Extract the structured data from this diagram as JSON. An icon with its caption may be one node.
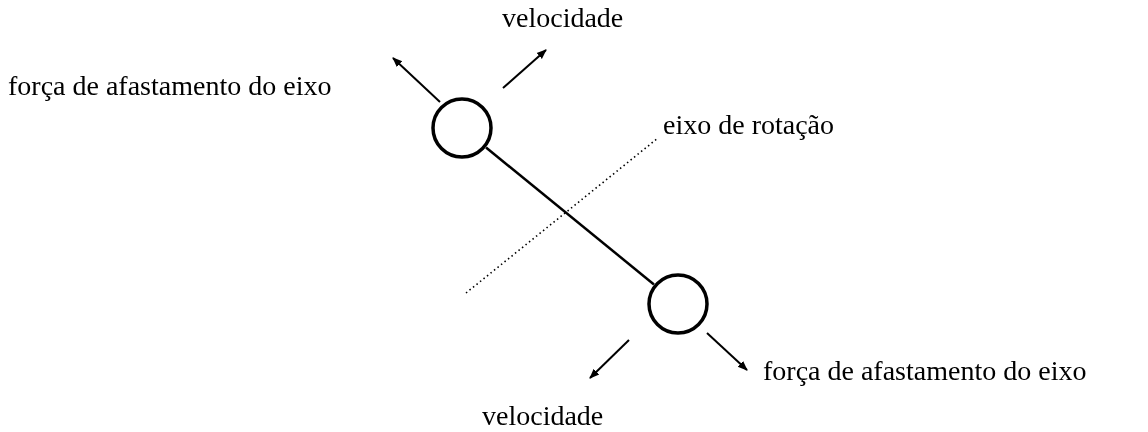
{
  "diagram": {
    "nodes": [
      {
        "text": [],
        "shape": "circle"
      },
      {
        "text": [],
        "shape": "circle"
      }
    ],
    "edges": [
      {
        "from": 0,
        "to": 1,
        "arrow": "none"
      }
    ],
    "labels": [
      "velocidade",
      "força de afastamento do eixo",
      "eixo de rotação",
      "força de afastamento do eixo",
      "velocidade"
    ]
  }
}
